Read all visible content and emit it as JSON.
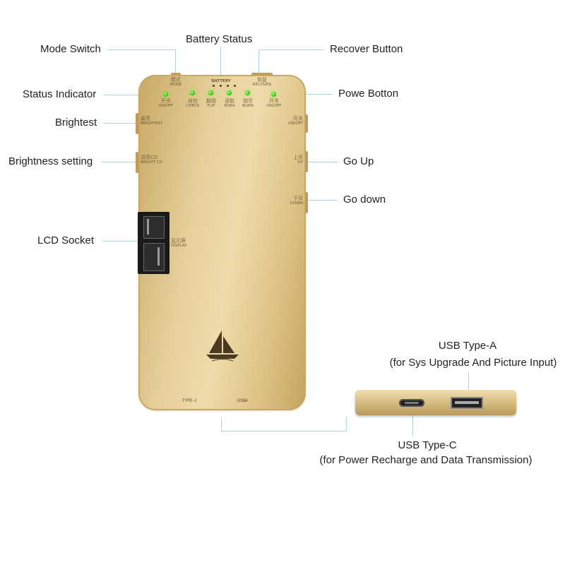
{
  "callouts": {
    "mode_switch": "Mode Switch",
    "battery_status": "Battery Status",
    "recover_button": "Recover Button",
    "status_indicator": "Status Indicator",
    "power_button": "Powe Botton",
    "brightest": "Brightest",
    "brightness_setting": "Brightness setting",
    "go_up": "Go Up",
    "go_down": "Go down",
    "lcd_socket": "LCD Socket",
    "usb_a_title": "USB Type-A",
    "usb_a_desc": "(for Sys Upgrade And Picture Input)",
    "usb_c_title": "USB Type-C",
    "usb_c_desc": "(for Power Recharge and Data Transmission)"
  },
  "device_labels": {
    "mode_cn": "模式",
    "mode_en": "MODE",
    "battery": "BATTERY",
    "recover_cn": "恢复",
    "recover_en": "RECOVER",
    "onoff_left_cn": "开关",
    "onoff_left_en": "ON/OFF",
    "check_cn": "自检",
    "check_en": "CHECK",
    "flip_cn": "翻面",
    "flip_en": "FLIP",
    "rdea_cn": "读取",
    "rdea_en": "RDEA",
    "burn_cn": "烧写",
    "burn_en": "BURN",
    "onoff_right_cn": "开关",
    "onoff_right_en": "ON/OFF",
    "brightest_cn": "最亮",
    "brightest_en": "BRIGHTEST",
    "side_onoff_cn": "开关",
    "side_onoff_en": "ON/OFF",
    "bright_cd_cn": "调亮CD",
    "bright_cd_en": "BRIGHT CD",
    "up_cn": "上页",
    "up_en": "UP",
    "down_cn": "下页",
    "down_en": "DOWN",
    "display_cn": "显示屏",
    "display_en": "DISPLAY",
    "type_c": "TYPE-C",
    "usba": "USBA"
  },
  "icons": {
    "logo": "sailboat-logo-icon",
    "led": "green-led-icon"
  },
  "colors": {
    "device_gold": "#e6d09b",
    "led_green": "#33c21b",
    "callout_line": "#a9d6e3"
  }
}
